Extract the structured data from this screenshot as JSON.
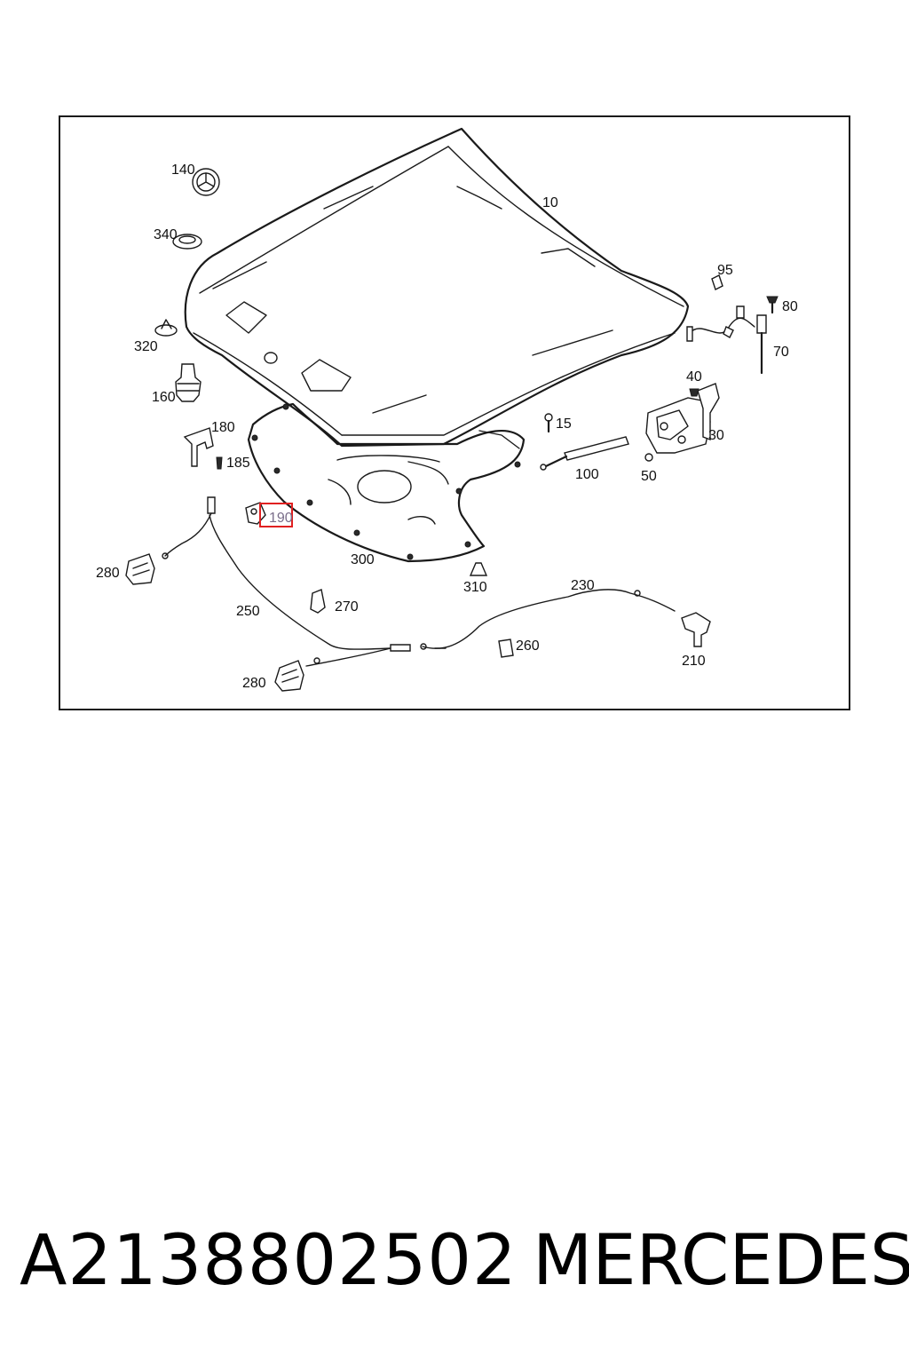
{
  "diagram": {
    "callouts": [
      "140",
      "340",
      "320",
      "160",
      "180",
      "185",
      "190",
      "10",
      "95",
      "80",
      "70",
      "40",
      "30",
      "50",
      "15",
      "100",
      "300",
      "310",
      "280",
      "250",
      "270",
      "230",
      "260",
      "210"
    ],
    "highlighted": "190"
  },
  "caption": {
    "part_number": "A2138802502",
    "brand": "MERCEDES"
  },
  "colors": {
    "highlight_box": "#e02020",
    "line": "#1a1a1a"
  }
}
